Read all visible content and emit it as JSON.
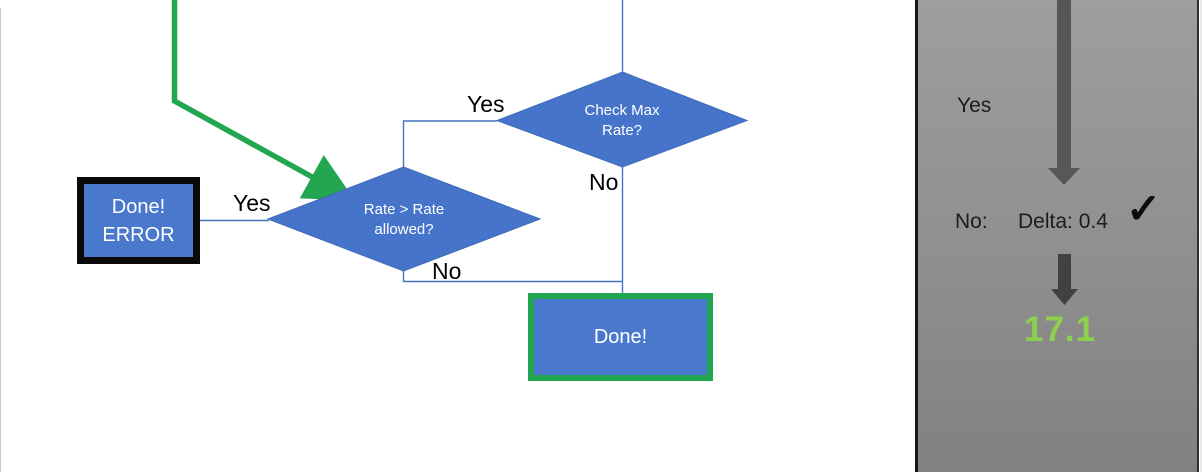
{
  "flowchart": {
    "diamond_check_max_rate": {
      "label": "Check Max\nRate?"
    },
    "diamond_rate_allowed": {
      "label": "Rate > Rate\nallowed?"
    },
    "done_error_box": {
      "label": "Done!\nERROR"
    },
    "done_box": {
      "label": "Done!"
    },
    "branch_labels": {
      "check_max_rate_yes": "Yes",
      "check_max_rate_no": "No",
      "rate_allowed_yes": "Yes",
      "rate_allowed_no": "No"
    }
  },
  "side_panel": {
    "yes_label": "Yes",
    "no_label": "No:",
    "delta_label": "Delta: 0.4",
    "check_icon": "✓",
    "result_value": "17.1"
  },
  "colors": {
    "shape_blue": "#4a78cc",
    "connector_blue": "#4472c4",
    "flow_green": "#22a750",
    "result_green": "#8cd04e",
    "panel_gray_top": "#9e9e9e",
    "panel_gray_bottom": "#818181",
    "arrow_gray": "#555555"
  }
}
